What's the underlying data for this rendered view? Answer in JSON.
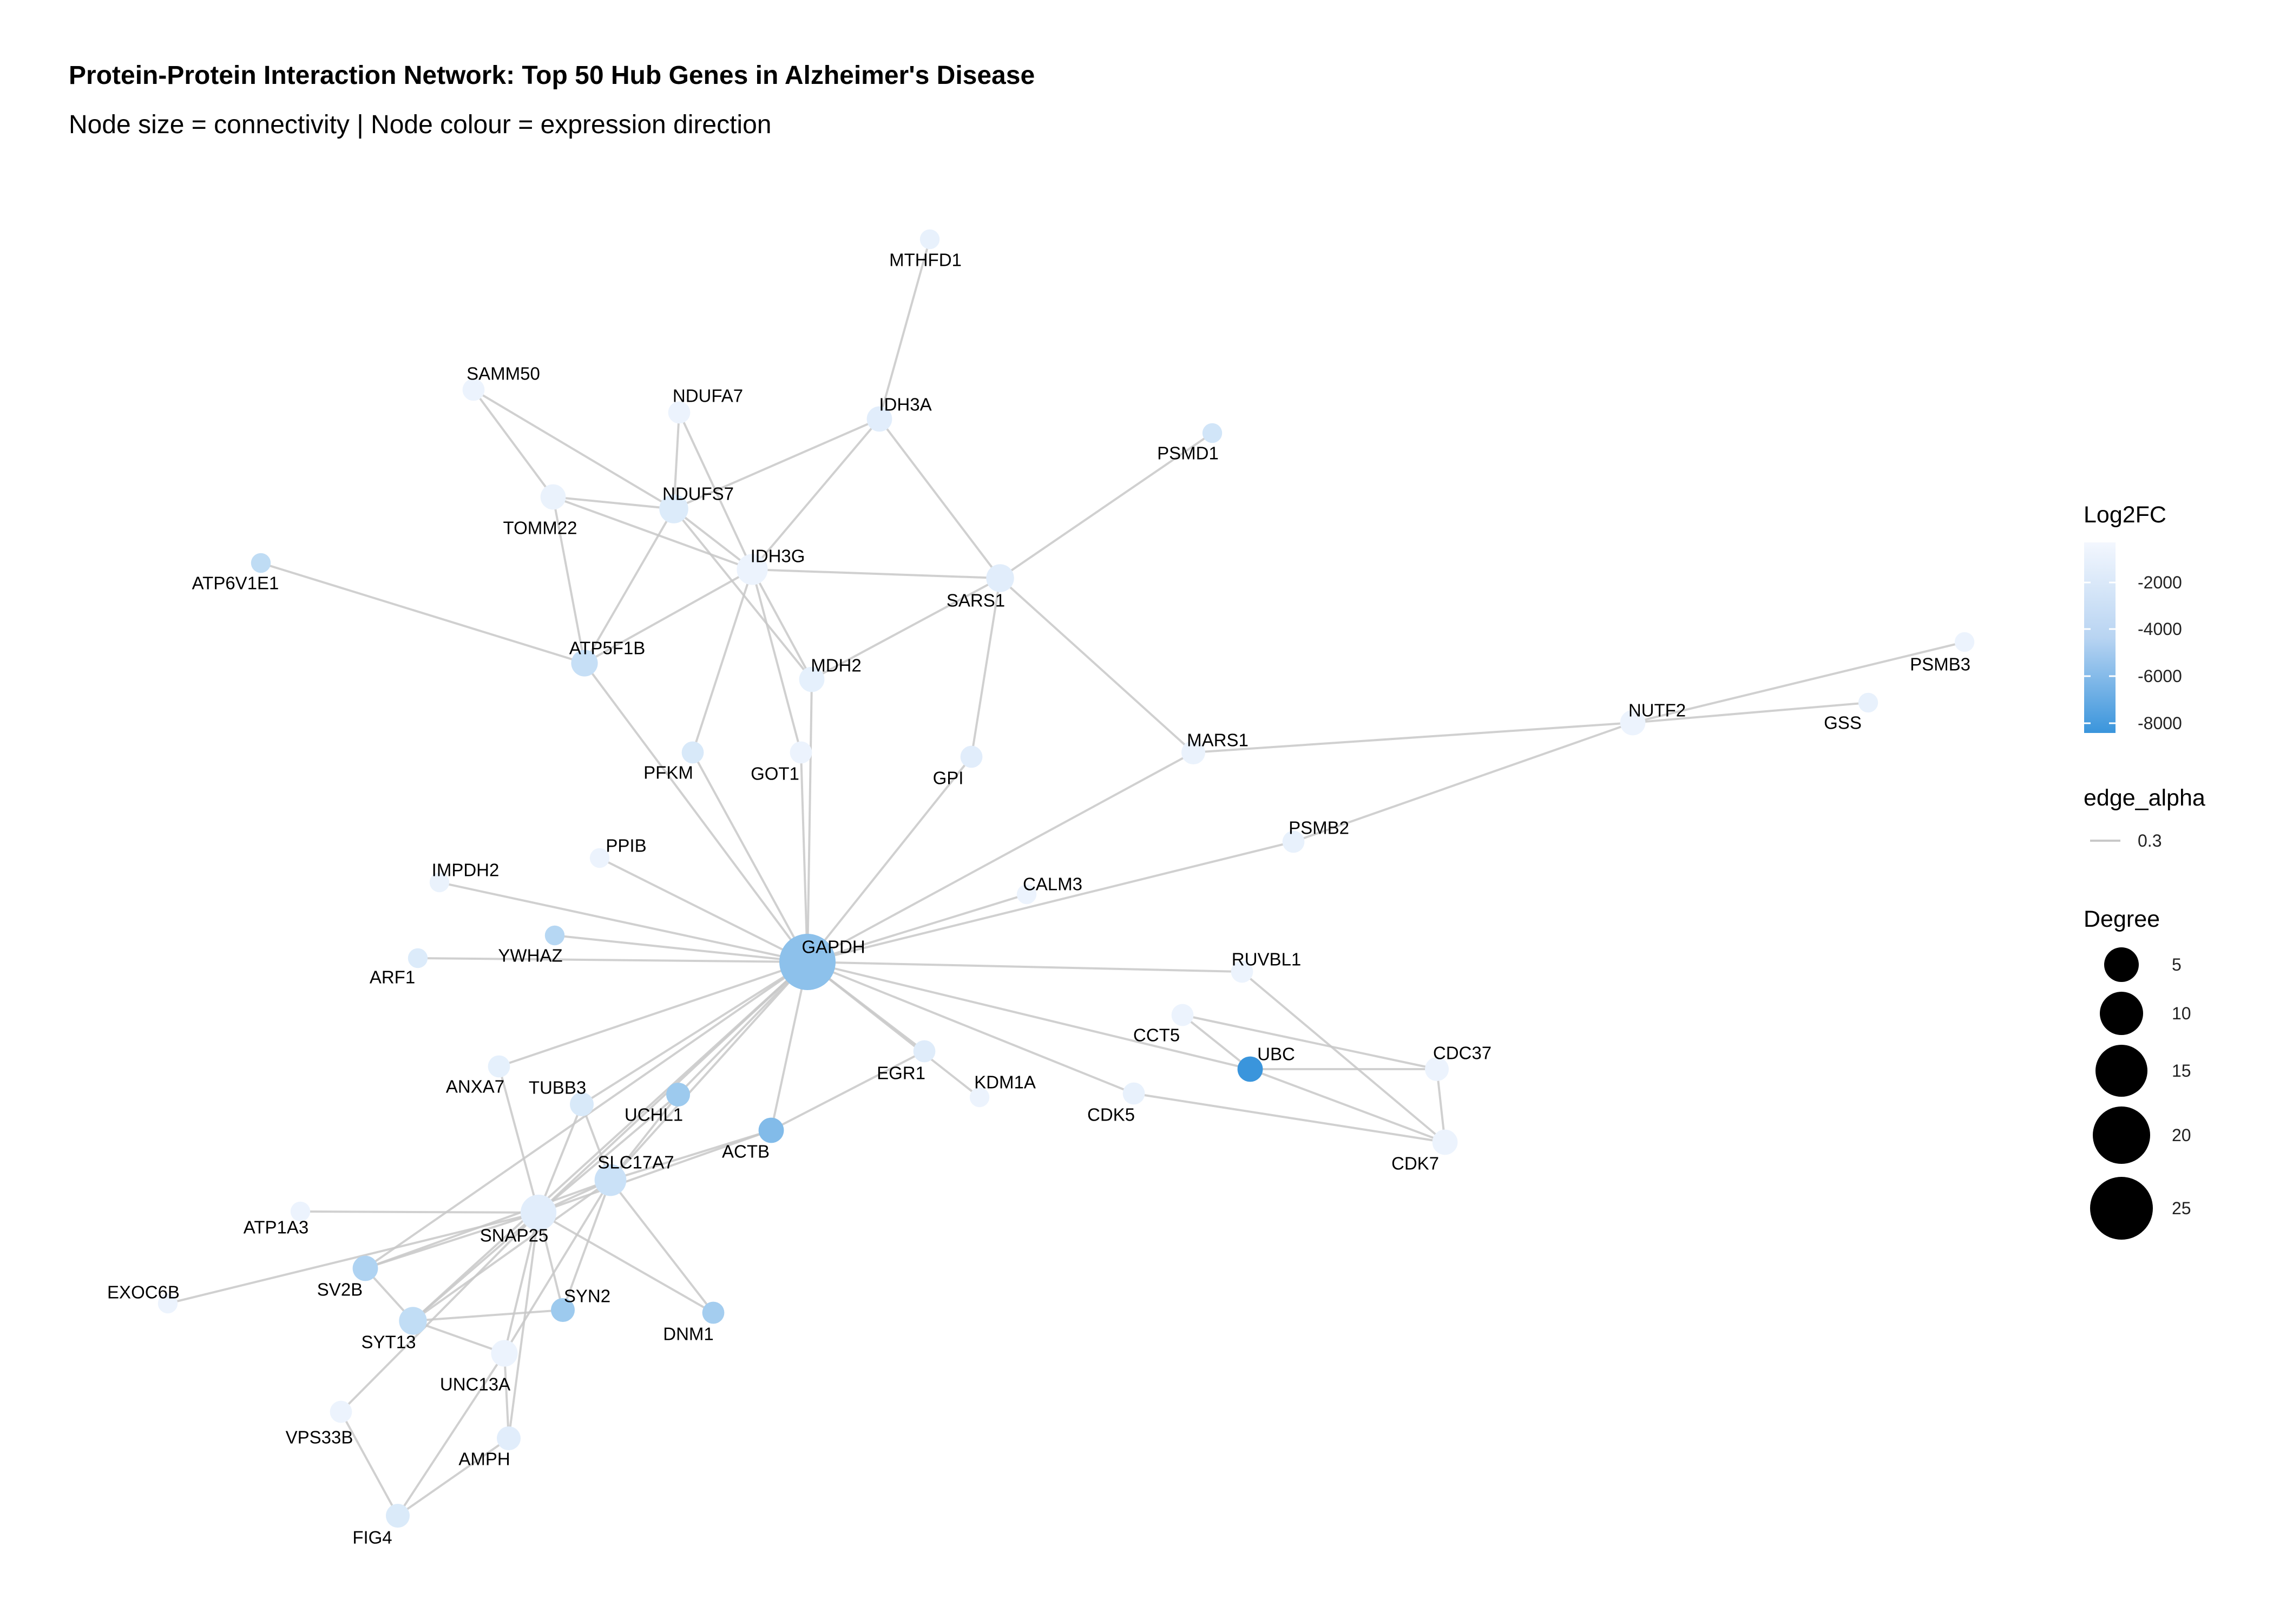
{
  "title": "Protein-Protein Interaction Network: Top 50 Hub Genes in Alzheimer's Disease",
  "subtitle": "Node size = connectivity | Node colour = expression direction",
  "colors": {
    "edge": "#c8c8c8",
    "low": "#3a95dc",
    "high": "#f3f7fe"
  },
  "nodes": [
    {
      "id": "MTHFD1",
      "log2fc": -500
    },
    {
      "id": "SAMM50",
      "log2fc": -300
    },
    {
      "id": "NDUFA7",
      "log2fc": -300
    },
    {
      "id": "IDH3A",
      "log2fc": -800
    },
    {
      "id": "PSMD1",
      "log2fc": -1500
    },
    {
      "id": "NDUFS7",
      "log2fc": -1000
    },
    {
      "id": "TOMM22",
      "log2fc": -400
    },
    {
      "id": "IDH3G",
      "log2fc": -300
    },
    {
      "id": "ATP6V1E1",
      "log2fc": -2300
    },
    {
      "id": "SARS1",
      "log2fc": -800
    },
    {
      "id": "ATP5F1B",
      "log2fc": -2000
    },
    {
      "id": "MDH2",
      "log2fc": -600
    },
    {
      "id": "PSMB3",
      "log2fc": -300
    },
    {
      "id": "NUTF2",
      "log2fc": -300
    },
    {
      "id": "GSS",
      "log2fc": -500
    },
    {
      "id": "MARS1",
      "log2fc": -400
    },
    {
      "id": "PFKM",
      "log2fc": -1200
    },
    {
      "id": "GOT1",
      "log2fc": -300
    },
    {
      "id": "GPI",
      "log2fc": -800
    },
    {
      "id": "PSMB2",
      "log2fc": -500
    },
    {
      "id": "PPIB",
      "log2fc": -300
    },
    {
      "id": "IMPDH2",
      "log2fc": -400
    },
    {
      "id": "CALM3",
      "log2fc": -300
    },
    {
      "id": "YWHAZ",
      "log2fc": -2700
    },
    {
      "id": "ARF1",
      "log2fc": -1000
    },
    {
      "id": "GAPDH",
      "log2fc": -4500
    },
    {
      "id": "RUVBL1",
      "log2fc": -300
    },
    {
      "id": "CCT5",
      "log2fc": -300
    },
    {
      "id": "UBC",
      "log2fc": -8200
    },
    {
      "id": "CDC37",
      "log2fc": -300
    },
    {
      "id": "ANXA7",
      "log2fc": -600
    },
    {
      "id": "TUBB3",
      "log2fc": -1200
    },
    {
      "id": "UCHL1",
      "log2fc": -3800
    },
    {
      "id": "EGR1",
      "log2fc": -900
    },
    {
      "id": "KDM1A",
      "log2fc": -300
    },
    {
      "id": "CDK5",
      "log2fc": -500
    },
    {
      "id": "ACTB",
      "log2fc": -5000
    },
    {
      "id": "SLC17A7",
      "log2fc": -1800
    },
    {
      "id": "CDK7",
      "log2fc": -300
    },
    {
      "id": "ATP1A3",
      "log2fc": -300
    },
    {
      "id": "SNAP25",
      "log2fc": -800
    },
    {
      "id": "EXOC6B",
      "log2fc": -300
    },
    {
      "id": "SV2B",
      "log2fc": -3000
    },
    {
      "id": "SYN2",
      "log2fc": -3800
    },
    {
      "id": "SYT13",
      "log2fc": -2200
    },
    {
      "id": "DNM1",
      "log2fc": -3500
    },
    {
      "id": "UNC13A",
      "log2fc": -300
    },
    {
      "id": "VPS33B",
      "log2fc": -300
    },
    {
      "id": "AMPH",
      "log2fc": -800
    },
    {
      "id": "FIG4",
      "log2fc": -1100
    }
  ],
  "edges": [
    [
      "MTHFD1",
      "IDH3A"
    ],
    [
      "SAMM50",
      "NDUFS7"
    ],
    [
      "SAMM50",
      "TOMM22"
    ],
    [
      "NDUFA7",
      "NDUFS7"
    ],
    [
      "NDUFA7",
      "IDH3G"
    ],
    [
      "IDH3A",
      "NDUFS7"
    ],
    [
      "IDH3A",
      "IDH3G"
    ],
    [
      "IDH3A",
      "SARS1"
    ],
    [
      "PSMD1",
      "SARS1"
    ],
    [
      "NDUFS7",
      "TOMM22"
    ],
    [
      "NDUFS7",
      "IDH3G"
    ],
    [
      "NDUFS7",
      "ATP5F1B"
    ],
    [
      "NDUFS7",
      "MDH2"
    ],
    [
      "TOMM22",
      "IDH3G"
    ],
    [
      "TOMM22",
      "ATP5F1B"
    ],
    [
      "IDH3G",
      "SARS1"
    ],
    [
      "IDH3G",
      "ATP5F1B"
    ],
    [
      "IDH3G",
      "MDH2"
    ],
    [
      "IDH3G",
      "PFKM"
    ],
    [
      "IDH3G",
      "GOT1"
    ],
    [
      "ATP6V1E1",
      "ATP5F1B"
    ],
    [
      "SARS1",
      "MDH2"
    ],
    [
      "SARS1",
      "GPI"
    ],
    [
      "SARS1",
      "MARS1"
    ],
    [
      "ATP5F1B",
      "GAPDH"
    ],
    [
      "MDH2",
      "GAPDH"
    ],
    [
      "PSMB3",
      "NUTF2"
    ],
    [
      "NUTF2",
      "GSS"
    ],
    [
      "NUTF2",
      "MARS1"
    ],
    [
      "NUTF2",
      "PSMB2"
    ],
    [
      "MARS1",
      "GAPDH"
    ],
    [
      "PFKM",
      "GAPDH"
    ],
    [
      "GOT1",
      "GAPDH"
    ],
    [
      "GPI",
      "GAPDH"
    ],
    [
      "PSMB2",
      "GAPDH"
    ],
    [
      "PPIB",
      "GAPDH"
    ],
    [
      "IMPDH2",
      "GAPDH"
    ],
    [
      "CALM3",
      "GAPDH"
    ],
    [
      "YWHAZ",
      "GAPDH"
    ],
    [
      "ARF1",
      "GAPDH"
    ],
    [
      "GAPDH",
      "RUVBL1"
    ],
    [
      "GAPDH",
      "UBC"
    ],
    [
      "GAPDH",
      "EGR1"
    ],
    [
      "GAPDH",
      "CDK5"
    ],
    [
      "GAPDH",
      "ANXA7"
    ],
    [
      "GAPDH",
      "TUBB3"
    ],
    [
      "GAPDH",
      "UCHL1"
    ],
    [
      "GAPDH",
      "ACTB"
    ],
    [
      "GAPDH",
      "SLC17A7"
    ],
    [
      "GAPDH",
      "SNAP25"
    ],
    [
      "GAPDH",
      "SV2B"
    ],
    [
      "GAPDH",
      "SYT13"
    ],
    [
      "GAPDH",
      "KDM1A"
    ],
    [
      "RUVBL1",
      "CDK7"
    ],
    [
      "CCT5",
      "UBC"
    ],
    [
      "CCT5",
      "CDC37"
    ],
    [
      "UBC",
      "CDC37"
    ],
    [
      "UBC",
      "CDK7"
    ],
    [
      "CDC37",
      "CDK7"
    ],
    [
      "CDK5",
      "CDK7"
    ],
    [
      "ANXA7",
      "SNAP25"
    ],
    [
      "TUBB3",
      "SLC17A7"
    ],
    [
      "TUBB3",
      "SNAP25"
    ],
    [
      "UCHL1",
      "SNAP25"
    ],
    [
      "UCHL1",
      "SLC17A7"
    ],
    [
      "EGR1",
      "ACTB"
    ],
    [
      "ACTB",
      "SNAP25"
    ],
    [
      "ACTB",
      "SLC17A7"
    ],
    [
      "SLC17A7",
      "SNAP25"
    ],
    [
      "SLC17A7",
      "SYN2"
    ],
    [
      "SLC17A7",
      "DNM1"
    ],
    [
      "SLC17A7",
      "SV2B"
    ],
    [
      "SLC17A7",
      "SYT13"
    ],
    [
      "SLC17A7",
      "UNC13A"
    ],
    [
      "SNAP25",
      "ATP1A3"
    ],
    [
      "SNAP25",
      "EXOC6B"
    ],
    [
      "SNAP25",
      "SV2B"
    ],
    [
      "SNAP25",
      "SYN2"
    ],
    [
      "SNAP25",
      "SYT13"
    ],
    [
      "SNAP25",
      "DNM1"
    ],
    [
      "SNAP25",
      "UNC13A"
    ],
    [
      "SNAP25",
      "AMPH"
    ],
    [
      "SNAP25",
      "VPS33B"
    ],
    [
      "SV2B",
      "SYT13"
    ],
    [
      "SYT13",
      "UNC13A"
    ],
    [
      "SYT13",
      "SYN2"
    ],
    [
      "UNC13A",
      "AMPH"
    ],
    [
      "UNC13A",
      "FIG4"
    ],
    [
      "VPS33B",
      "FIG4"
    ],
    [
      "AMPH",
      "FIG4"
    ]
  ],
  "legend": {
    "color": {
      "title": "Log2FC",
      "min": -8200,
      "max": 0,
      "ticks": [
        "-2000",
        "-4000",
        "-6000",
        "-8000"
      ]
    },
    "edge": {
      "title": "edge_alpha",
      "label": "0.3"
    },
    "size": {
      "title": "Degree",
      "items": [
        "5",
        "10",
        "15",
        "20",
        "25"
      ]
    }
  }
}
